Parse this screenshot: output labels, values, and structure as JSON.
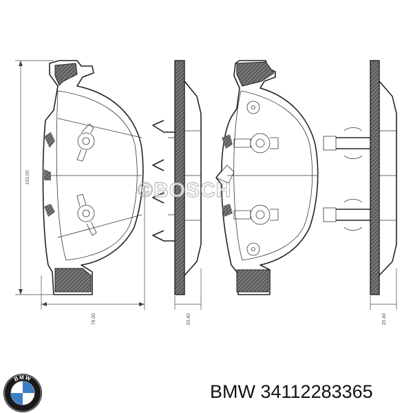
{
  "drawing": {
    "dim_height": "163.00",
    "dim_width": "79.00",
    "dim_thickness_left": "20.40",
    "dim_thickness_right": "20.40",
    "watermark": "©BOSCH"
  },
  "brand": {
    "logo_text": "BMW"
  },
  "caption": {
    "brand": "BMW",
    "part_number": "34112283365"
  }
}
